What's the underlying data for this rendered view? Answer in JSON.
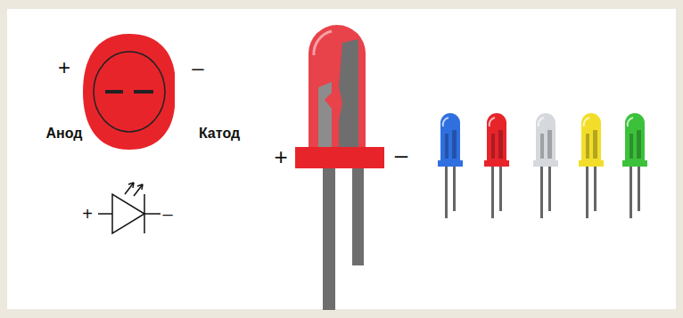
{
  "diagram": {
    "labels": [
      "+",
      "–",
      "Анод",
      "Катод",
      "+",
      "–",
      "+",
      "–"
    ]
  }
}
